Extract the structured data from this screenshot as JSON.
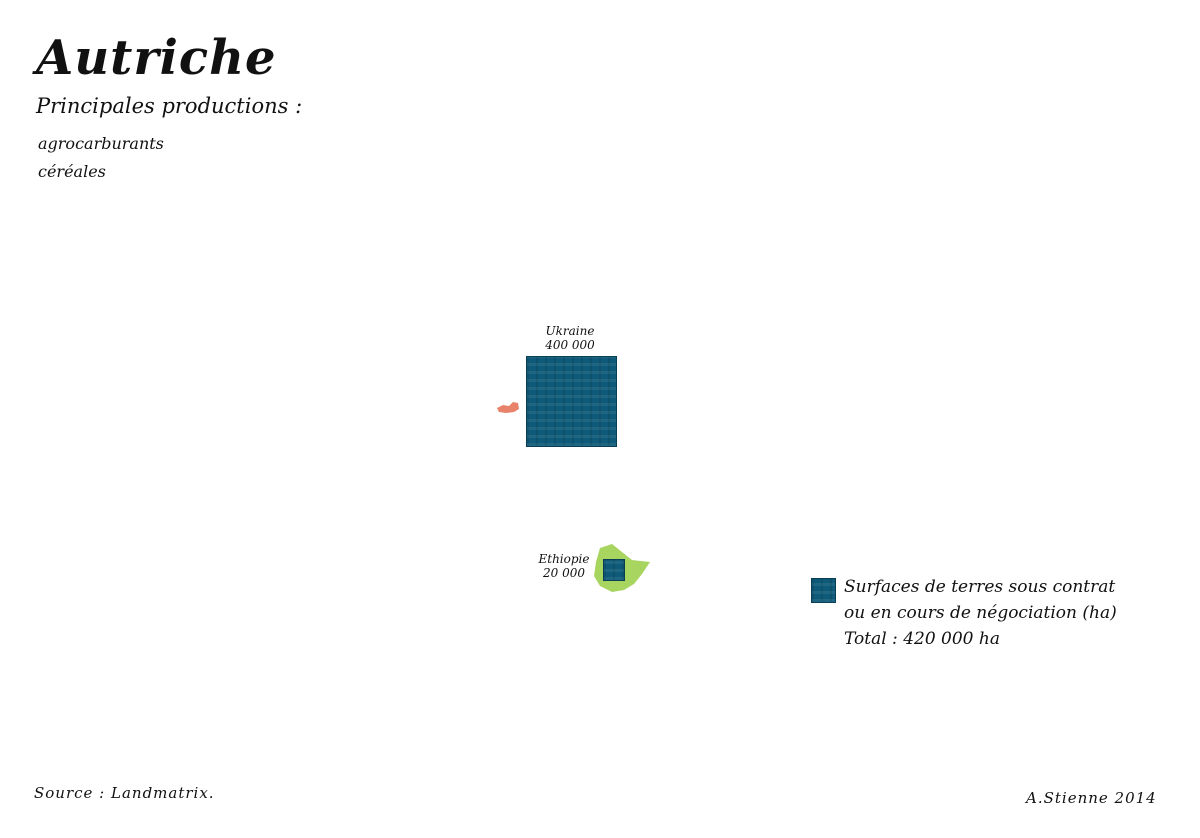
{
  "title": "Autriche",
  "subtitle": "Principales productions :",
  "productions": [
    "agrocarburants",
    "céréales"
  ],
  "countries": [
    {
      "name": "Ukraine",
      "value_label": "400 000",
      "value": 400000
    },
    {
      "name": "Ethiopie",
      "value_label": "20 000",
      "value": 20000
    }
  ],
  "legend": {
    "line1": "Surfaces de terres sous contrat",
    "line2": "ou en cours de négociation (ha)",
    "total": "Total : 420 000 ha"
  },
  "footer": {
    "source": "Source : Landmatrix.",
    "credit": "A.Stienne 2014"
  },
  "colors": {
    "square": "#0e5a78",
    "austria": "#e8826a",
    "ethiopia": "#9fcf4f"
  }
}
